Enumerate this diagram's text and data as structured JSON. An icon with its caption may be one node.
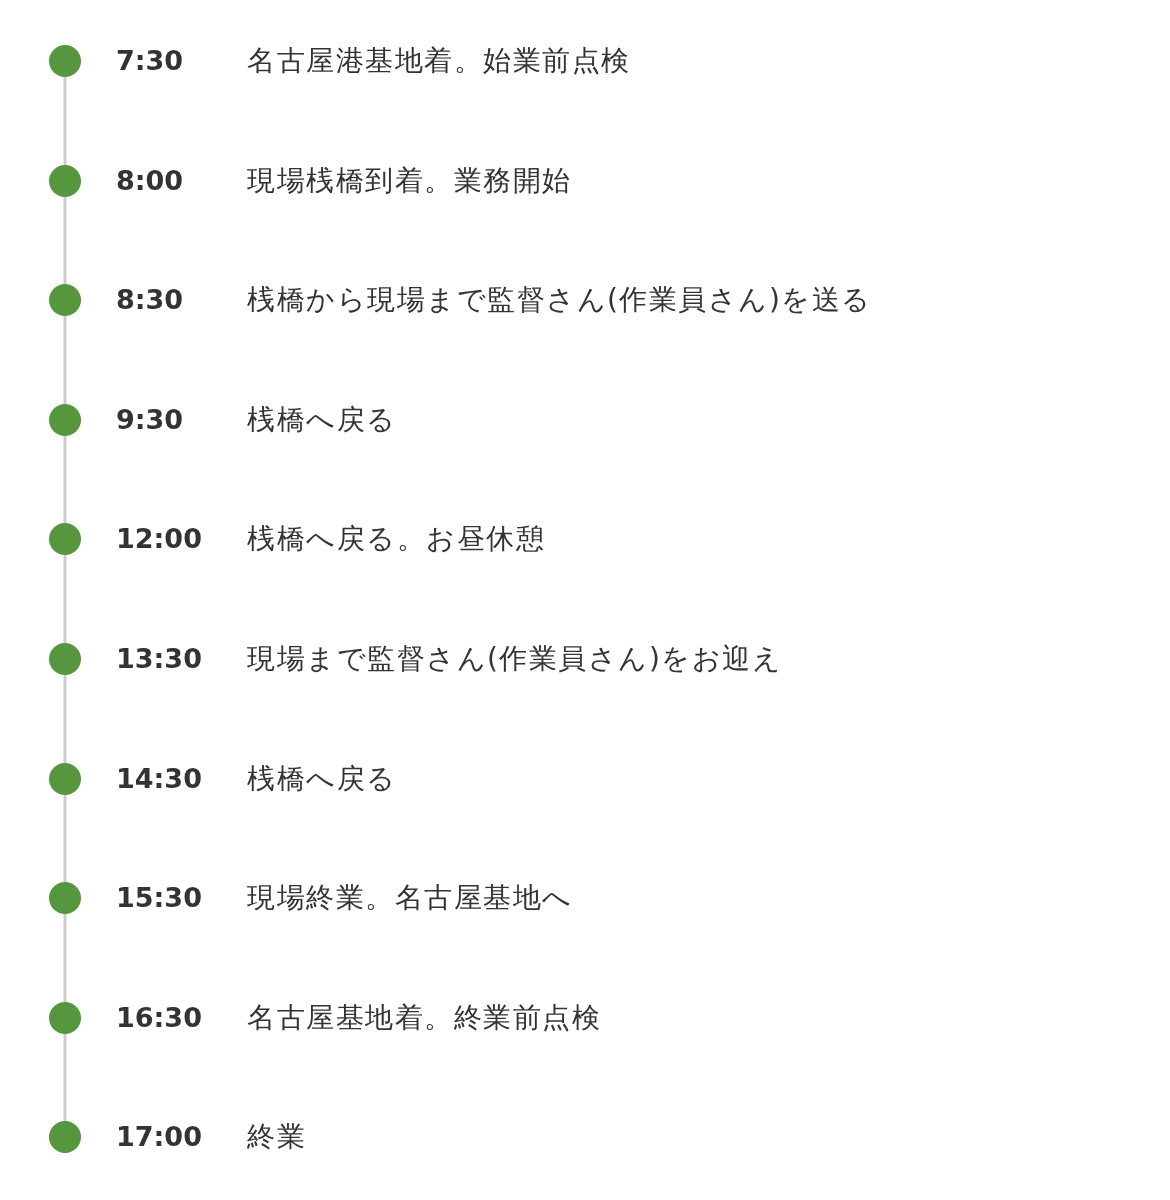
{
  "diagram": {
    "nodes": [
      {
        "text": [],
        "shape": "circle",
        "beside": [
          "7:30",
          "名古屋港基地着。始業前点検"
        ]
      },
      {
        "text": [],
        "shape": "circle",
        "beside": [
          "8:00",
          "現場桟橋到着。業務開始"
        ]
      },
      {
        "text": [],
        "shape": "circle",
        "beside": [
          "8:30",
          "桟橋から現場まで監督さん(作業員さん)を送る"
        ]
      },
      {
        "text": [],
        "shape": "circle",
        "beside": [
          "9:30",
          "桟橋へ戻る"
        ]
      },
      {
        "text": [],
        "shape": "circle",
        "beside": [
          "12:00",
          "桟橋へ戻る。お昼休憩"
        ]
      },
      {
        "text": [],
        "shape": "circle",
        "beside": [
          "13:30",
          "現場まで監督さん(作業員さん)をお迎え"
        ]
      },
      {
        "text": [],
        "shape": "circle",
        "beside": [
          "14:30",
          "桟橋へ戻る"
        ]
      },
      {
        "text": [],
        "shape": "circle",
        "beside": [
          "15:30",
          "現場終業。名古屋基地へ"
        ]
      },
      {
        "text": [],
        "shape": "circle",
        "beside": [
          "16:30",
          "名古屋基地着。終業前点検"
        ]
      },
      {
        "text": [],
        "shape": "circle",
        "beside": [
          "17:00",
          "終業"
        ]
      }
    ],
    "edges": [
      {
        "from": 0,
        "to": 1,
        "arrow": "none"
      },
      {
        "from": 1,
        "to": 2,
        "arrow": "none"
      },
      {
        "from": 2,
        "to": 3,
        "arrow": "none"
      },
      {
        "from": 3,
        "to": 4,
        "arrow": "none"
      },
      {
        "from": 4,
        "to": 5,
        "arrow": "none"
      },
      {
        "from": 5,
        "to": 6,
        "arrow": "none"
      },
      {
        "from": 6,
        "to": 7,
        "arrow": "none"
      },
      {
        "from": 7,
        "to": 8,
        "arrow": "none"
      },
      {
        "from": 8,
        "to": 9,
        "arrow": "none"
      }
    ]
  }
}
